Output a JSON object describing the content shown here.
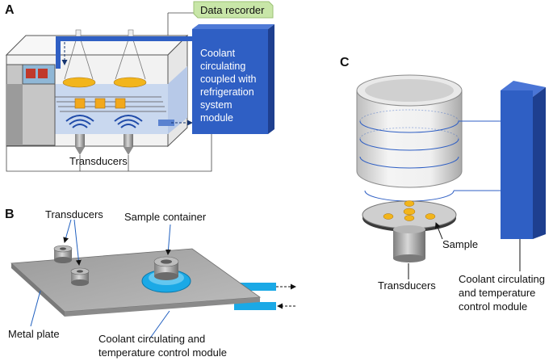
{
  "panel_a": {
    "letter": "A",
    "data_recorder": "Data recorder",
    "coolant_module_lines": [
      "Coolant",
      "circulating",
      "coupled with",
      "refrigeration",
      "system",
      "module"
    ],
    "transducers": "Transducers"
  },
  "panel_b": {
    "letter": "B",
    "transducers": "Transducers",
    "sample_container": "Sample container",
    "metal_plate": "Metal plate",
    "coolant_lines": [
      "Coolant circulating and",
      "temperature control module"
    ]
  },
  "panel_c": {
    "letter": "C",
    "sample": "Sample",
    "transducers": "Transducers",
    "coolant_lines": [
      "Coolant circulating",
      "and temperature",
      "control module"
    ]
  },
  "colors": {
    "blue_module": "#2f5fc4",
    "blue_module_dark": "#1e3f8f",
    "water": "#c9d8ef",
    "gold": "#f2b51c",
    "green_box": "#c8e6a8",
    "cyan_pipe": "#1ba9e6"
  }
}
